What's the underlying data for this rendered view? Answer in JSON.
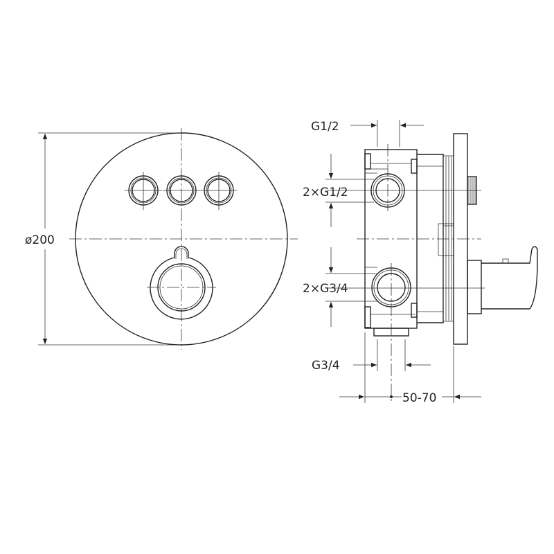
{
  "front_view": {
    "diameter_label": "ø200",
    "button_count": 3
  },
  "side_view": {
    "top_inlet_label": "G1/2",
    "upper_ports_label": "2×G1/2",
    "lower_ports_label": "2×G3/4",
    "bottom_outlet_label": "G3/4",
    "depth_range_label": "50-70"
  }
}
